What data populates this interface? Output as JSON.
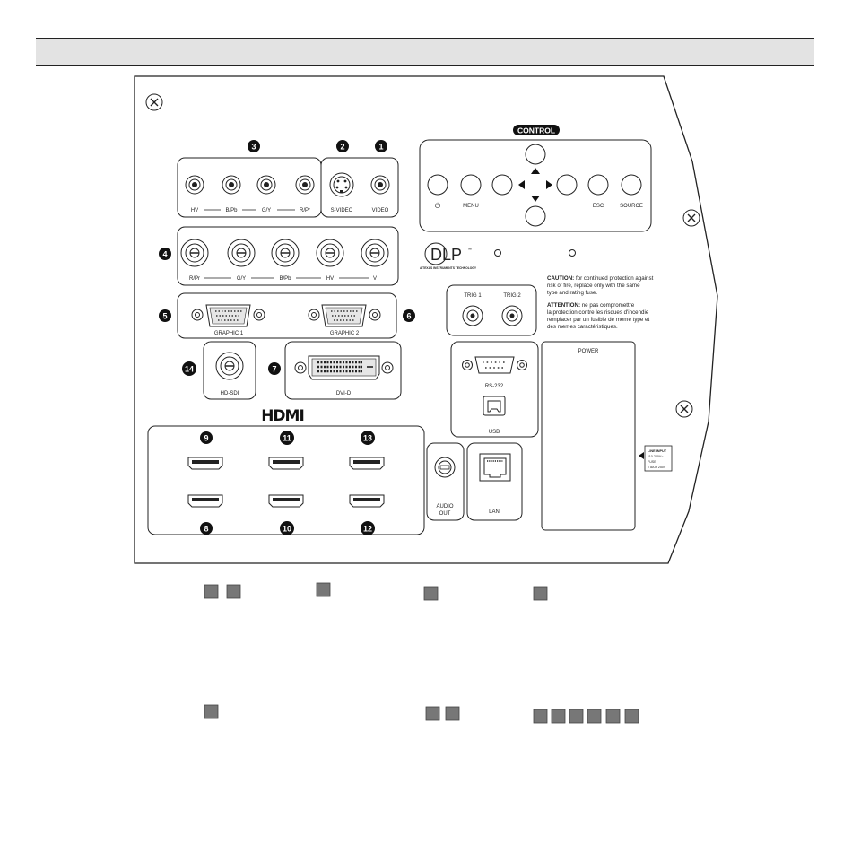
{
  "labels": {
    "control": "CONTROL",
    "power_sym": "⏻",
    "menu": "MENU",
    "esc": "ESC",
    "source": "SOURCE",
    "hv1": "HV",
    "bpb1": "B/Pb",
    "gy1": "G/Y",
    "rpr1": "R/Pr",
    "svideo": "S-VIDEO",
    "video": "VIDEO",
    "rpr2": "R/Pr",
    "gy2": "G/Y",
    "bpb2": "B/Pb",
    "hv2": "HV",
    "v": "V",
    "graphic1": "GRAPHIC 1",
    "graphic2": "GRAPHIC 2",
    "hdsdi": "HD-SDI",
    "dvid": "DVI-D",
    "hdmi": "HDMI",
    "trig1": "TRIG 1",
    "trig2": "TRIG 2",
    "rs232": "RS-232",
    "usb": "USB",
    "power": "POWER",
    "audio_out_1": "AUDIO",
    "audio_out_2": "OUT",
    "lan": "LAN",
    "dlp": "DLP",
    "dlp_tm": "™",
    "dlp_sub": "A TEXAS INSTRUMENTS TECHNOLOGY",
    "caution_bold": "CAUTION:",
    "caution_1": " for continued protection against",
    "caution_2": "risk of fire, replace only with the same",
    "caution_3": "type and rating fuse.",
    "attention_bold": "ATTENTION:",
    "attention_0": " ne pas compromettre",
    "attention_1": "la protection contre les risques d'incendie",
    "attention_2": "remplacer par un fusible de meme type et",
    "attention_3": "des memes caractéristiques.",
    "line_input_1": "LINE INPUT",
    "line_input_2": "110-240V~",
    "line_input_3": "FUSE",
    "line_input_4": "T 8A H 250V"
  },
  "numbers": {
    "n1": "1",
    "n2": "2",
    "n3": "3",
    "n4": "4",
    "n5": "5",
    "n6": "6",
    "n7": "7",
    "n8": "8",
    "n9": "9",
    "n10": "10",
    "n11": "11",
    "n12": "12",
    "n13": "13",
    "n14": "14"
  },
  "colors": {
    "panel_stroke": "#222222",
    "badge": "#111111",
    "header_bg": "#e3e3e3",
    "marker": "#777777"
  }
}
